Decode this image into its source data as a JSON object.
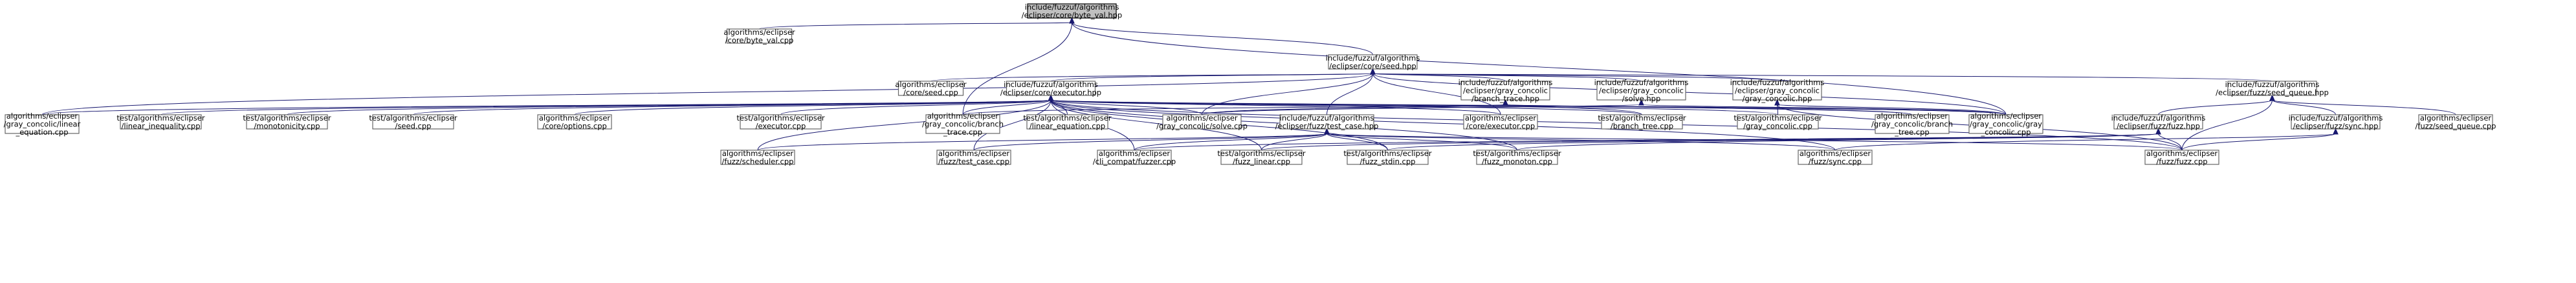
{
  "graph": {
    "title": "",
    "colors": {
      "edge": "#191970",
      "node_border": "#666666",
      "root_fill": "#bfbfbf",
      "node_fill": "#ffffff"
    },
    "nodes": {
      "byteval_h": [
        "include/fuzzuf/algorithms",
        "/eclipser/core/byte_val.hpp"
      ],
      "byteval_cpp": [
        "algorithms/eclipser",
        "/core/byte_val.cpp"
      ],
      "seed_h": [
        "include/fuzzuf/algorithms",
        "/eclipser/core/seed.hpp"
      ],
      "seed_cpp": [
        "algorithms/eclipser",
        "/core/seed.cpp"
      ],
      "executor_h": [
        "include/fuzzuf/algorithms",
        "/eclipser/core/executor.hpp"
      ],
      "branch_trace_h": [
        "include/fuzzuf/algorithms",
        "/eclipser/gray_concolic",
        "/branch_trace.hpp"
      ],
      "solve_h": [
        "include/fuzzuf/algorithms",
        "/eclipser/gray_concolic",
        "/solve.hpp"
      ],
      "gray_concolic_h": [
        "include/fuzzuf/algorithms",
        "/eclipser/gray_concolic",
        "/gray_concolic.hpp"
      ],
      "seed_queue_h": [
        "include/fuzzuf/algorithms",
        "/eclipser/fuzz/seed_queue.hpp"
      ],
      "gc_linear_eq": [
        "algorithms/eclipser",
        "/gray_concolic/linear",
        "_equation.cpp"
      ],
      "t_linear_ineq": [
        "test/algorithms/eclipser",
        "/linear_inequality.cpp"
      ],
      "t_monotonicity": [
        "test/algorithms/eclipser",
        "/monotonicity.cpp"
      ],
      "t_seed": [
        "test/algorithms/eclipser",
        "/seed.cpp"
      ],
      "core_options": [
        "algorithms/eclipser",
        "/core/options.cpp"
      ],
      "t_executor": [
        "test/algorithms/eclipser",
        "/executor.cpp"
      ],
      "gc_branch_trace": [
        "algorithms/eclipser",
        "/gray_concolic/branch",
        "_trace.cpp"
      ],
      "t_linear_eq": [
        "test/algorithms/eclipser",
        "/linear_equation.cpp"
      ],
      "gc_solve": [
        "algorithms/eclipser",
        "/gray_concolic/solve.cpp"
      ],
      "test_case_h": [
        "include/fuzzuf/algorithms",
        "/eclipser/fuzz/test_case.hpp"
      ],
      "core_executor": [
        "algorithms/eclipser",
        "/core/executor.cpp"
      ],
      "t_branch_tree": [
        "test/algorithms/eclipser",
        "/branch_tree.cpp"
      ],
      "t_gray_concolic": [
        "test/algorithms/eclipser",
        "/gray_concolic.cpp"
      ],
      "gc_branch_tree": [
        "algorithms/eclipser",
        "/gray_concolic/branch",
        "_tree.cpp"
      ],
      "gc_gray_concolic": [
        "algorithms/eclipser",
        "/gray_concolic/gray",
        "_concolic.cpp"
      ],
      "fuzz_h": [
        "include/fuzzuf/algorithms",
        "/eclipser/fuzz/fuzz.hpp"
      ],
      "sync_h": [
        "include/fuzzuf/algorithms",
        "/eclipser/fuzz/sync.hpp"
      ],
      "seed_queue_cpp": [
        "algorithms/eclipser",
        "/fuzz/seed_queue.cpp"
      ],
      "scheduler_cpp": [
        "algorithms/eclipser",
        "/fuzz/scheduler.cpp"
      ],
      "test_case_cpp": [
        "algorithms/eclipser",
        "/fuzz/test_case.cpp"
      ],
      "cli_compat": [
        "algorithms/eclipser",
        "/cli_compat/fuzzer.cpp"
      ],
      "t_fuzz_linear": [
        "test/algorithms/eclipser",
        "/fuzz_linear.cpp"
      ],
      "t_fuzz_stdin": [
        "test/algorithms/eclipser",
        "/fuzz_stdin.cpp"
      ],
      "t_fuzz_monoton": [
        "test/algorithms/eclipser",
        "/fuzz_monoton.cpp"
      ],
      "sync_cpp": [
        "algorithms/eclipser",
        "/fuzz/sync.cpp"
      ],
      "fuzz_cpp": [
        "algorithms/eclipser",
        "/fuzz/fuzz.cpp"
      ]
    },
    "edges": [
      [
        "byteval_h",
        "byteval_cpp"
      ],
      [
        "byteval_h",
        "seed_h"
      ],
      [
        "byteval_h",
        "gc_branch_trace"
      ],
      [
        "byteval_h",
        "gc_gray_concolic"
      ],
      [
        "seed_h",
        "seed_cpp"
      ],
      [
        "seed_h",
        "executor_h"
      ],
      [
        "seed_h",
        "branch_trace_h"
      ],
      [
        "seed_h",
        "solve_h"
      ],
      [
        "seed_h",
        "gray_concolic_h"
      ],
      [
        "seed_h",
        "seed_queue_h"
      ],
      [
        "seed_h",
        "gc_linear_eq"
      ],
      [
        "seed_h",
        "gc_solve"
      ],
      [
        "seed_h",
        "test_case_h"
      ],
      [
        "seed_h",
        "core_executor"
      ],
      [
        "seed_h",
        "gc_gray_concolic"
      ],
      [
        "executor_h",
        "gc_linear_eq"
      ],
      [
        "executor_h",
        "t_linear_ineq"
      ],
      [
        "executor_h",
        "t_monotonicity"
      ],
      [
        "executor_h",
        "t_seed"
      ],
      [
        "executor_h",
        "core_options"
      ],
      [
        "executor_h",
        "t_executor"
      ],
      [
        "executor_h",
        "gc_branch_trace"
      ],
      [
        "executor_h",
        "t_linear_eq"
      ],
      [
        "executor_h",
        "gc_solve"
      ],
      [
        "executor_h",
        "core_executor"
      ],
      [
        "executor_h",
        "t_branch_tree"
      ],
      [
        "executor_h",
        "t_gray_concolic"
      ],
      [
        "executor_h",
        "gc_branch_tree"
      ],
      [
        "executor_h",
        "gc_gray_concolic"
      ],
      [
        "executor_h",
        "scheduler_cpp"
      ],
      [
        "executor_h",
        "test_case_cpp"
      ],
      [
        "executor_h",
        "cli_compat"
      ],
      [
        "executor_h",
        "t_fuzz_linear"
      ],
      [
        "executor_h",
        "t_fuzz_stdin"
      ],
      [
        "executor_h",
        "t_fuzz_monoton"
      ],
      [
        "executor_h",
        "sync_cpp"
      ],
      [
        "executor_h",
        "fuzz_cpp"
      ],
      [
        "branch_trace_h",
        "gc_branch_trace"
      ],
      [
        "branch_trace_h",
        "t_branch_tree"
      ],
      [
        "branch_trace_h",
        "gc_branch_tree"
      ],
      [
        "branch_trace_h",
        "gc_gray_concolic"
      ],
      [
        "branch_trace_h",
        "gc_solve"
      ],
      [
        "solve_h",
        "gc_solve"
      ],
      [
        "solve_h",
        "gc_gray_concolic"
      ],
      [
        "gray_concolic_h",
        "t_gray_concolic"
      ],
      [
        "gray_concolic_h",
        "gc_gray_concolic"
      ],
      [
        "gray_concolic_h",
        "fuzz_cpp"
      ],
      [
        "seed_queue_h",
        "fuzz_h"
      ],
      [
        "seed_queue_h",
        "sync_h"
      ],
      [
        "seed_queue_h",
        "seed_queue_cpp"
      ],
      [
        "seed_queue_h",
        "fuzz_cpp"
      ],
      [
        "test_case_h",
        "scheduler_cpp"
      ],
      [
        "test_case_h",
        "test_case_cpp"
      ],
      [
        "test_case_h",
        "cli_compat"
      ],
      [
        "test_case_h",
        "t_fuzz_linear"
      ],
      [
        "test_case_h",
        "t_fuzz_stdin"
      ],
      [
        "test_case_h",
        "t_fuzz_monoton"
      ],
      [
        "test_case_h",
        "sync_cpp"
      ],
      [
        "test_case_h",
        "fuzz_cpp"
      ],
      [
        "fuzz_h",
        "cli_compat"
      ],
      [
        "fuzz_h",
        "t_fuzz_linear"
      ],
      [
        "fuzz_h",
        "t_fuzz_stdin"
      ],
      [
        "fuzz_h",
        "t_fuzz_monoton"
      ],
      [
        "fuzz_h",
        "fuzz_cpp"
      ],
      [
        "sync_h",
        "sync_cpp"
      ],
      [
        "sync_h",
        "fuzz_cpp"
      ]
    ]
  }
}
